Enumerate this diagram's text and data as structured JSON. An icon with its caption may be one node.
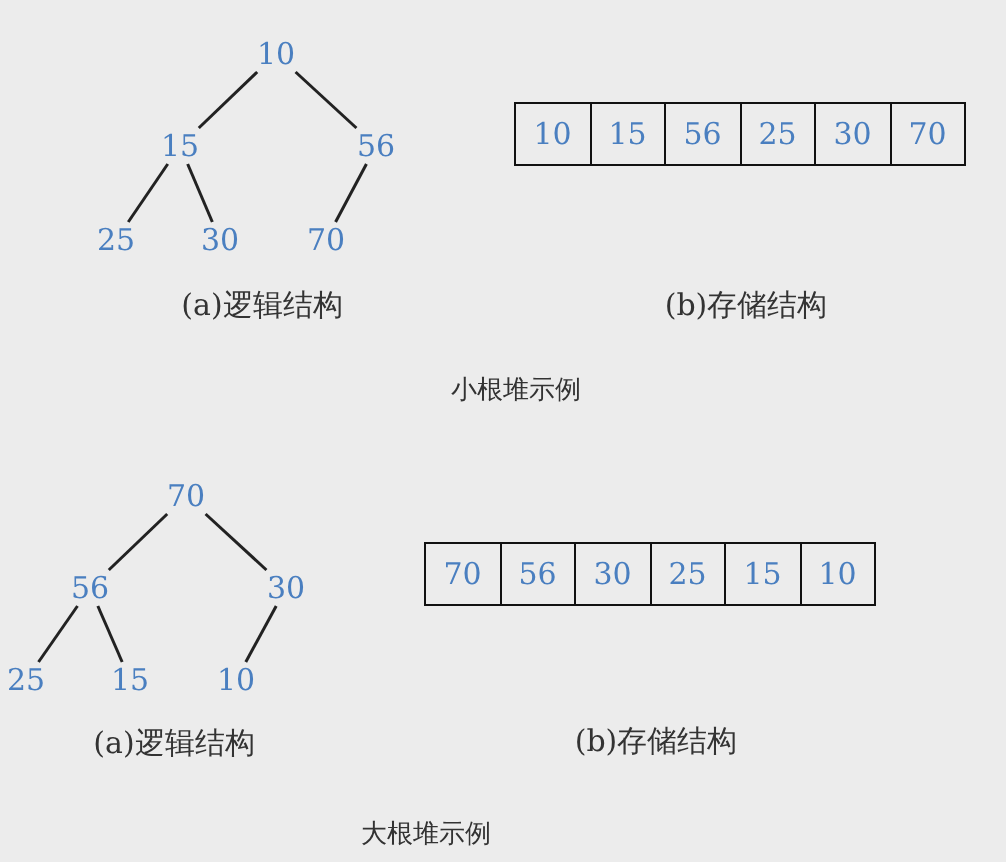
{
  "diagram": {
    "nodes": [
      {
        "text": [
          "10"
        ]
      },
      {
        "text": [
          "15"
        ]
      },
      {
        "text": [
          "56"
        ]
      },
      {
        "text": [
          "25"
        ]
      },
      {
        "text": [
          "30"
        ]
      },
      {
        "text": [
          "70"
        ]
      },
      {
        "text": [
          "10"
        ]
      },
      {
        "text": [
          "15"
        ]
      },
      {
        "text": [
          "56"
        ]
      },
      {
        "text": [
          "25"
        ]
      },
      {
        "text": [
          "30"
        ]
      },
      {
        "text": [
          "70"
        ]
      },
      {
        "text": [
          "70"
        ]
      },
      {
        "text": [
          "56"
        ]
      },
      {
        "text": [
          "30"
        ]
      },
      {
        "text": [
          "25"
        ]
      },
      {
        "text": [
          "15"
        ]
      },
      {
        "text": [
          "10"
        ]
      },
      {
        "text": [
          "70"
        ]
      },
      {
        "text": [
          "56"
        ]
      },
      {
        "text": [
          "30"
        ]
      },
      {
        "text": [
          "25"
        ]
      },
      {
        "text": [
          "15"
        ]
      },
      {
        "text": [
          "10"
        ]
      }
    ],
    "edges": [
      {
        "from": 0,
        "to": 1,
        "arrow": "none"
      },
      {
        "from": 0,
        "to": 2,
        "arrow": "none"
      },
      {
        "from": 1,
        "to": 3,
        "arrow": "none"
      },
      {
        "from": 1,
        "to": 4,
        "arrow": "none"
      },
      {
        "from": 2,
        "to": 5,
        "arrow": "none"
      },
      {
        "from": 12,
        "to": 13,
        "arrow": "none"
      },
      {
        "from": 12,
        "to": 14,
        "arrow": "none"
      },
      {
        "from": 13,
        "to": 15,
        "arrow": "none"
      },
      {
        "from": 13,
        "to": 16,
        "arrow": "none"
      },
      {
        "from": 14,
        "to": 17,
        "arrow": "none"
      }
    ],
    "labels": [
      "(a)逻辑结构",
      "(b)存储结构",
      "小根堆示例",
      "(a)逻辑结构",
      "(b)存储结构",
      "大根堆示例"
    ]
  }
}
